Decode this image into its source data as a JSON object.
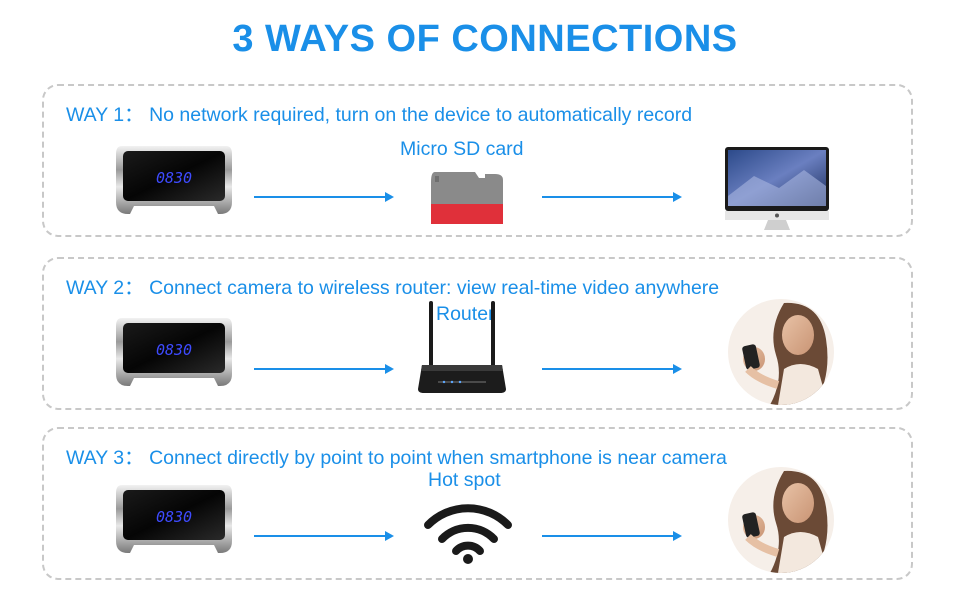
{
  "title": "3 WAYS OF CONNECTIONS",
  "colors": {
    "accent": "#1a8fe8",
    "border": "#c8c8c8",
    "sd_red": "#e0303a"
  },
  "camera": {
    "display": "0830"
  },
  "ways": [
    {
      "text": "WAY 1： No network required, turn on the device to automatically record",
      "middle_label": "Micro SD card",
      "middle_icon": "micro-sd-card-icon",
      "end_icon": "desktop-computer-icon"
    },
    {
      "text": "WAY 2： Connect camera to wireless router: view real-time video anywhere",
      "middle_label": "Router",
      "middle_icon": "wifi-router-icon",
      "end_icon": "smartphone-user-photo"
    },
    {
      "text": "WAY 3： Connect directly by point to point when smartphone is near camera",
      "middle_label": "Hot spot",
      "middle_icon": "wifi-hotspot-icon",
      "end_icon": "smartphone-user-photo"
    }
  ]
}
